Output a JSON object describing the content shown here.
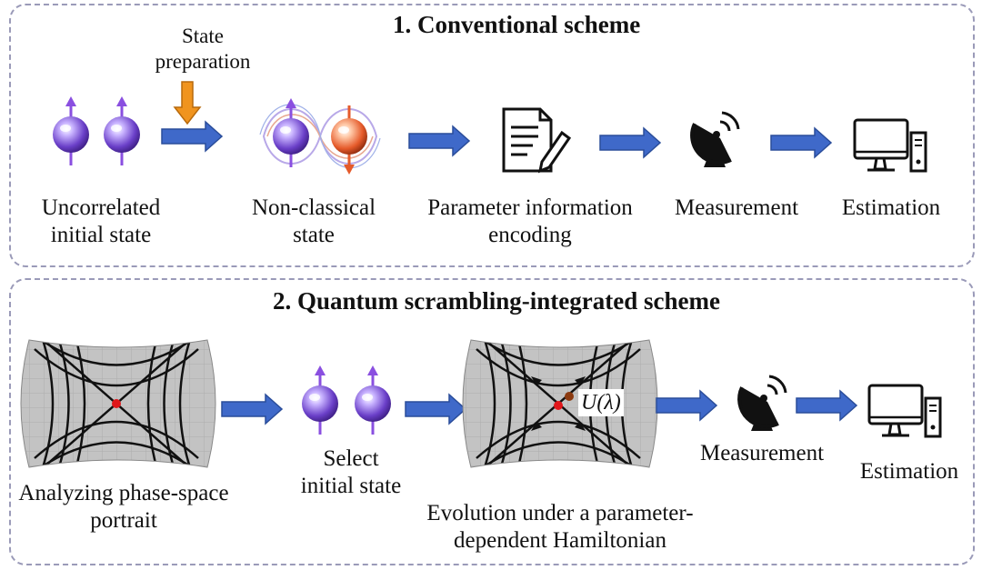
{
  "scheme1": {
    "title": "1. Conventional scheme",
    "state_prep": [
      "State",
      "preparation"
    ],
    "labels": {
      "initial": [
        "Uncorrelated",
        "initial state"
      ],
      "nonclassical": [
        "Non-classical",
        "state"
      ],
      "encoding": [
        "Parameter information",
        "encoding"
      ],
      "measurement": "Measurement",
      "estimation": "Estimation"
    }
  },
  "scheme2": {
    "title": "2. Quantum scrambling-integrated scheme",
    "labels": {
      "analyzing": [
        "Analyzing phase-space",
        "portrait"
      ],
      "select": [
        "Select",
        "initial state"
      ],
      "evolution": [
        "Evolution under a parameter-",
        "dependent Hamiltonian"
      ],
      "measurement": "Measurement",
      "estimation": "Estimation"
    },
    "operator": "U(λ)"
  },
  "icons": [
    "spin-sphere-icon",
    "entangled-pair-icon",
    "document-edit-icon",
    "satellite-dish-icon",
    "computer-icon",
    "phase-portrait-icon"
  ],
  "colors": {
    "arrow_blue": "#3f69c9",
    "arrow_orange": "#f0941e",
    "spin_purple": "#7a4fd6",
    "spin_orange": "#e55a2a",
    "panel_border": "#9a9ab8",
    "fixed_point": "#e0161a",
    "portrait_bg": "#c3c3c3"
  }
}
